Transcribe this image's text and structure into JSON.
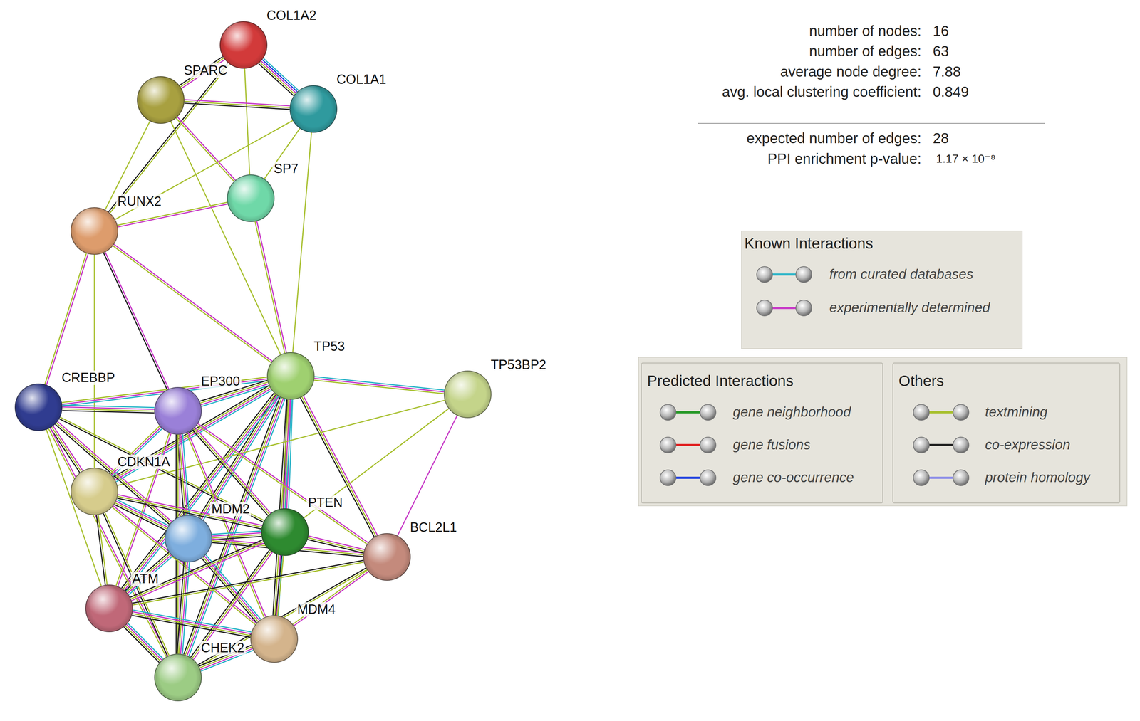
{
  "diagram": {
    "nodes": [
      {
        "text": [
          "COL1A2"
        ]
      },
      {
        "text": [
          "SPARC"
        ]
      },
      {
        "text": [
          "COL1A1"
        ]
      },
      {
        "text": [
          "SP7"
        ]
      },
      {
        "text": [
          "RUNX2"
        ]
      },
      {
        "text": [
          "TP53"
        ]
      },
      {
        "text": [
          "TP53BP2"
        ]
      },
      {
        "text": [
          "CREBBP"
        ]
      },
      {
        "text": [
          "EP300"
        ]
      },
      {
        "text": [
          "CDKN1A"
        ]
      },
      {
        "text": [
          "MDM2"
        ]
      },
      {
        "text": [
          "PTEN"
        ]
      },
      {
        "text": [
          "BCL2L1"
        ]
      },
      {
        "text": [
          "ATM"
        ]
      },
      {
        "text": [
          "MDM4"
        ]
      },
      {
        "text": [
          "CHEK2"
        ]
      }
    ],
    "edges": [
      {
        "from": 0,
        "to": 1,
        "arrow": "none"
      },
      {
        "from": 0,
        "to": 2,
        "arrow": "none"
      },
      {
        "from": 0,
        "to": 3,
        "arrow": "none"
      },
      {
        "from": 0,
        "to": 4,
        "arrow": "none"
      },
      {
        "from": 1,
        "to": 2,
        "arrow": "none"
      },
      {
        "from": 1,
        "to": 3,
        "arrow": "none"
      },
      {
        "from": 1,
        "to": 4,
        "arrow": "none"
      },
      {
        "from": 1,
        "to": 5,
        "arrow": "none"
      },
      {
        "from": 2,
        "to": 3,
        "arrow": "none"
      },
      {
        "from": 2,
        "to": 4,
        "arrow": "none"
      },
      {
        "from": 2,
        "to": 5,
        "arrow": "none"
      },
      {
        "from": 3,
        "to": 4,
        "arrow": "none"
      },
      {
        "from": 3,
        "to": 5,
        "arrow": "none"
      },
      {
        "from": 4,
        "to": 5,
        "arrow": "none"
      },
      {
        "from": 4,
        "to": 7,
        "arrow": "none"
      },
      {
        "from": 4,
        "to": 8,
        "arrow": "none"
      },
      {
        "from": 4,
        "to": 9,
        "arrow": "none"
      },
      {
        "from": 5,
        "to": 6,
        "arrow": "none"
      },
      {
        "from": 5,
        "to": 7,
        "arrow": "none"
      },
      {
        "from": 5,
        "to": 8,
        "arrow": "none"
      },
      {
        "from": 5,
        "to": 9,
        "arrow": "none"
      },
      {
        "from": 5,
        "to": 10,
        "arrow": "none"
      },
      {
        "from": 5,
        "to": 11,
        "arrow": "none"
      },
      {
        "from": 5,
        "to": 12,
        "arrow": "none"
      },
      {
        "from": 5,
        "to": 13,
        "arrow": "none"
      },
      {
        "from": 5,
        "to": 14,
        "arrow": "none"
      },
      {
        "from": 5,
        "to": 15,
        "arrow": "none"
      },
      {
        "from": 6,
        "to": 9,
        "arrow": "none"
      },
      {
        "from": 6,
        "to": 11,
        "arrow": "none"
      },
      {
        "from": 6,
        "to": 12,
        "arrow": "none"
      },
      {
        "from": 7,
        "to": 8,
        "arrow": "none"
      },
      {
        "from": 7,
        "to": 9,
        "arrow": "none"
      },
      {
        "from": 7,
        "to": 10,
        "arrow": "none"
      },
      {
        "from": 7,
        "to": 11,
        "arrow": "none"
      },
      {
        "from": 7,
        "to": 13,
        "arrow": "none"
      },
      {
        "from": 7,
        "to": 15,
        "arrow": "none"
      },
      {
        "from": 8,
        "to": 9,
        "arrow": "none"
      },
      {
        "from": 8,
        "to": 10,
        "arrow": "none"
      },
      {
        "from": 8,
        "to": 11,
        "arrow": "none"
      },
      {
        "from": 8,
        "to": 12,
        "arrow": "none"
      },
      {
        "from": 8,
        "to": 13,
        "arrow": "none"
      },
      {
        "from": 8,
        "to": 14,
        "arrow": "none"
      },
      {
        "from": 8,
        "to": 15,
        "arrow": "none"
      },
      {
        "from": 9,
        "to": 10,
        "arrow": "none"
      },
      {
        "from": 9,
        "to": 11,
        "arrow": "none"
      },
      {
        "from": 9,
        "to": 13,
        "arrow": "none"
      },
      {
        "from": 9,
        "to": 14,
        "arrow": "none"
      },
      {
        "from": 9,
        "to": 15,
        "arrow": "none"
      },
      {
        "from": 10,
        "to": 11,
        "arrow": "none"
      },
      {
        "from": 10,
        "to": 12,
        "arrow": "none"
      },
      {
        "from": 10,
        "to": 13,
        "arrow": "none"
      },
      {
        "from": 10,
        "to": 14,
        "arrow": "none"
      },
      {
        "from": 10,
        "to": 15,
        "arrow": "none"
      },
      {
        "from": 11,
        "to": 12,
        "arrow": "none"
      },
      {
        "from": 11,
        "to": 13,
        "arrow": "none"
      },
      {
        "from": 11,
        "to": 14,
        "arrow": "none"
      },
      {
        "from": 11,
        "to": 15,
        "arrow": "none"
      },
      {
        "from": 12,
        "to": 13,
        "arrow": "none"
      },
      {
        "from": 12,
        "to": 14,
        "arrow": "none"
      },
      {
        "from": 12,
        "to": 15,
        "arrow": "none"
      },
      {
        "from": 13,
        "to": 14,
        "arrow": "none"
      },
      {
        "from": 13,
        "to": 15,
        "arrow": "none"
      },
      {
        "from": 14,
        "to": 15,
        "arrow": "none"
      }
    ],
    "labels": [
      "number of nodes:",
      "16",
      "number of edges:",
      "63",
      "average node degree:",
      "7.88",
      "avg. local clustering coefficient:",
      "0.849",
      "expected number of edges:",
      "28",
      "PPI enrichment p-value:",
      "1.17 × 10⁻⁸",
      "Known Interactions",
      "Predicted Interactions",
      "Others"
    ],
    "legend": [
      {
        "text": "from curated databases"
      },
      {
        "text": "experimentally determined"
      },
      {
        "text": "gene neighborhood"
      },
      {
        "text": "gene fusions"
      },
      {
        "text": "gene co-occurrence"
      },
      {
        "text": "textmining"
      },
      {
        "text": "co-expression"
      },
      {
        "text": "protein homology"
      }
    ]
  }
}
